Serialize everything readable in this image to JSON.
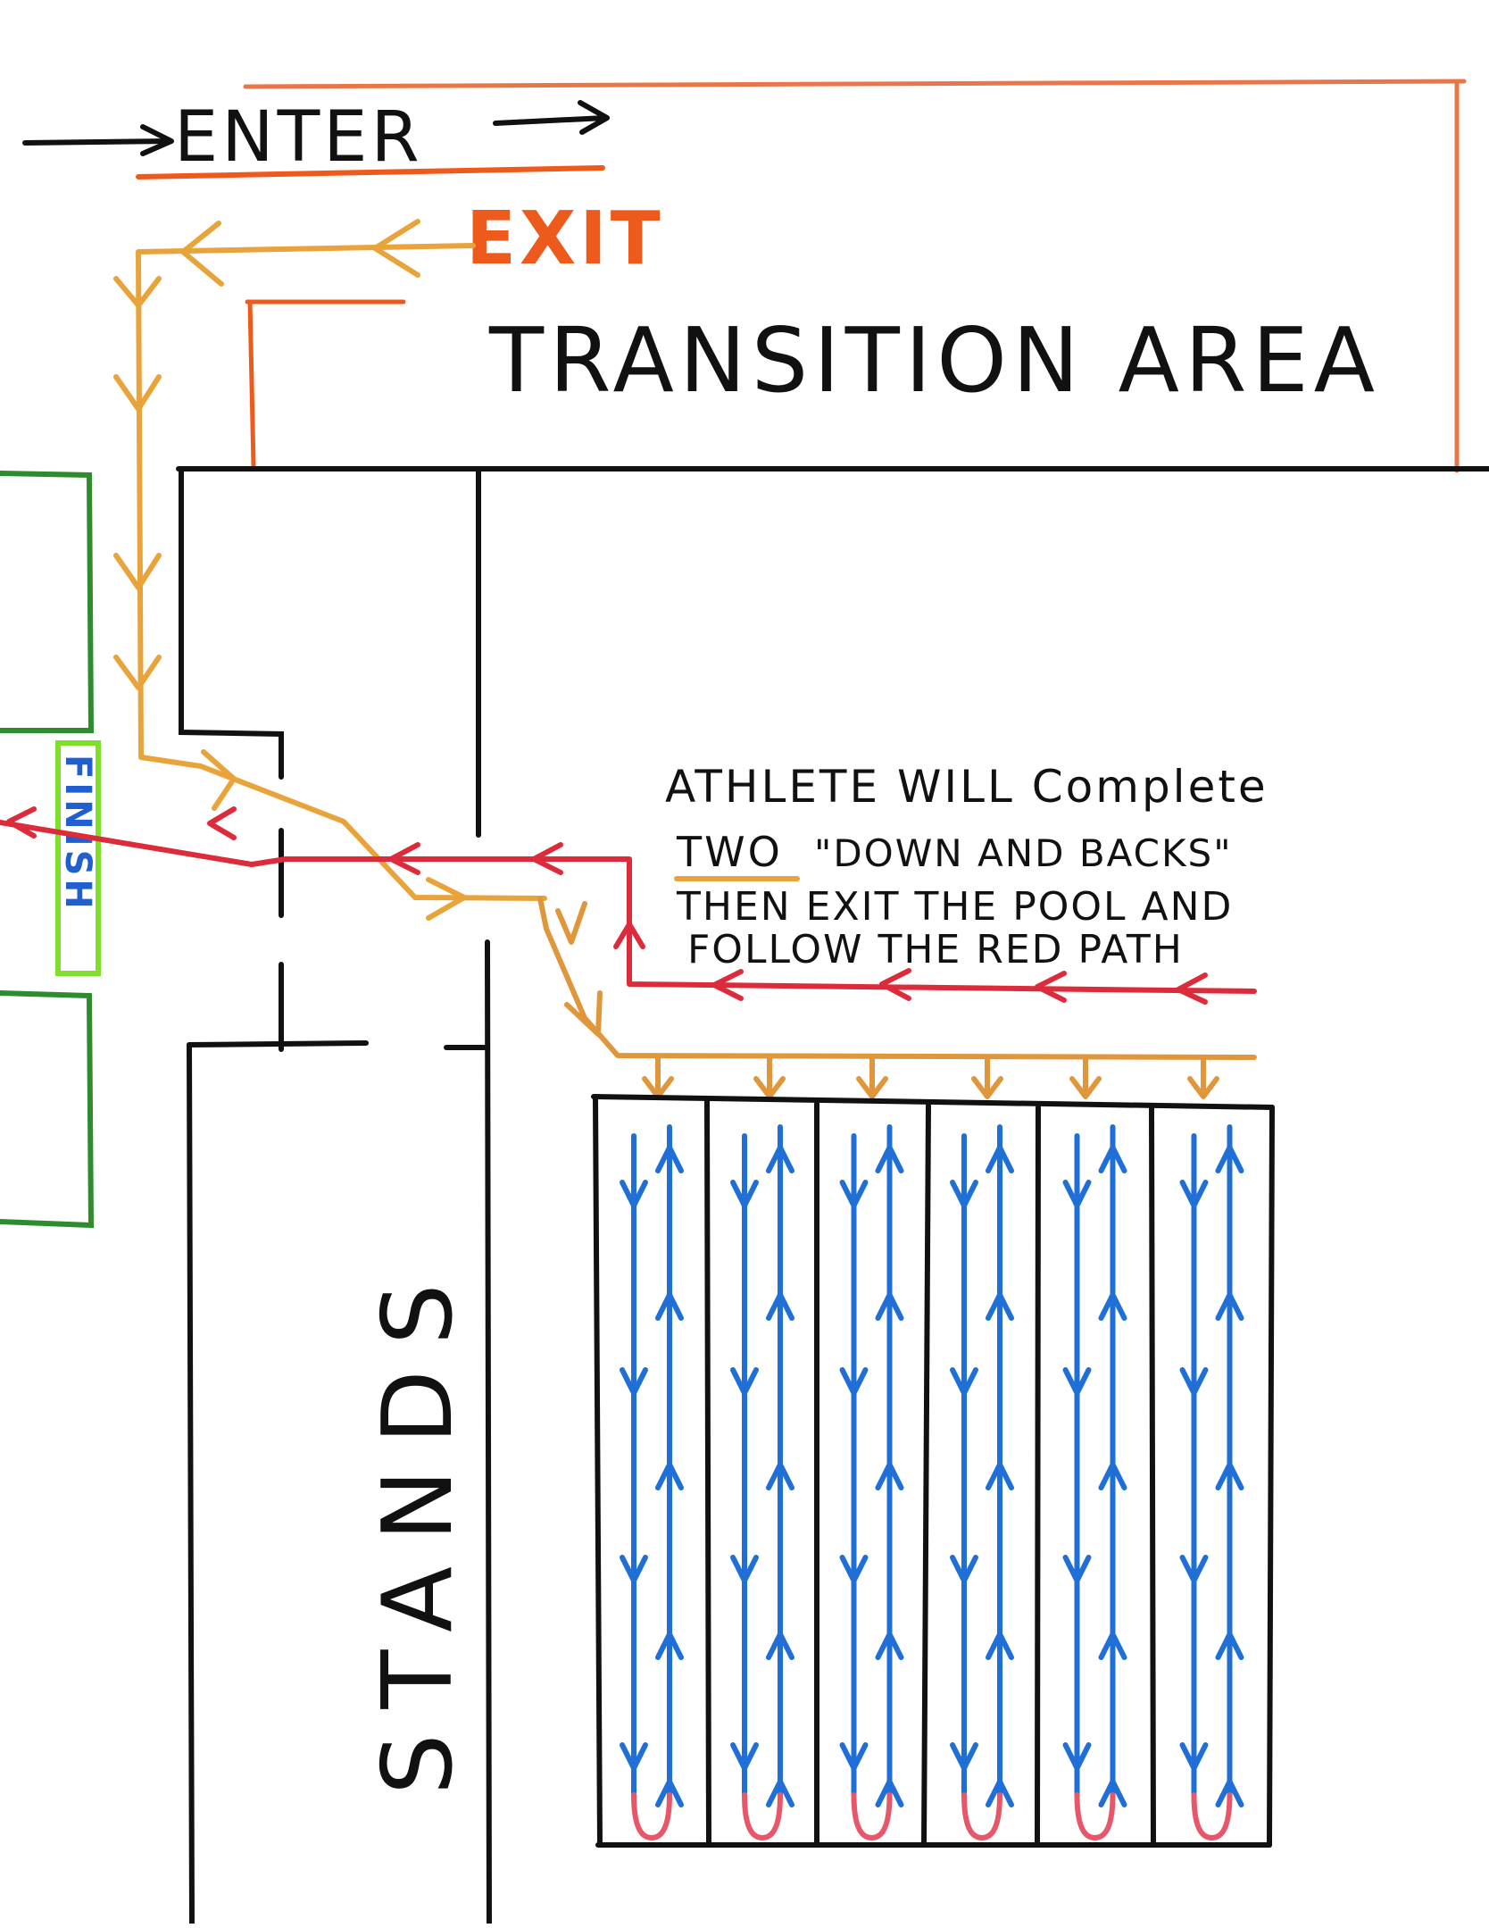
{
  "labels": {
    "enter": "ENTER",
    "exit": "EXIT",
    "transition_area": "TRANSITION AREA",
    "finish": "FINISH",
    "stands": "STANDS",
    "note_line1": "ATHLETE WILL Complete",
    "note_line2_word1": "TWO",
    "note_line2_rest": "\"DOWN AND BACKS\"",
    "note_line3": "THEN EXIT THE POOL AND",
    "note_line4": "FOLLOW THE RED PATH"
  },
  "pool": {
    "lane_count": 6
  },
  "colors": {
    "outline": "#111111",
    "transition_border": "#e8764a",
    "exit_route": "#e8a33a",
    "exit_text": "#ee5a1c",
    "pool_entry": "#e0963a",
    "red_path": "#dc2b3b",
    "swim_path": "#1f6fd6",
    "turn": "#e8566a",
    "finish_green": "#2e8b2e",
    "finish_box": "#7ee02a",
    "finish_text": "#1f5fcf"
  }
}
